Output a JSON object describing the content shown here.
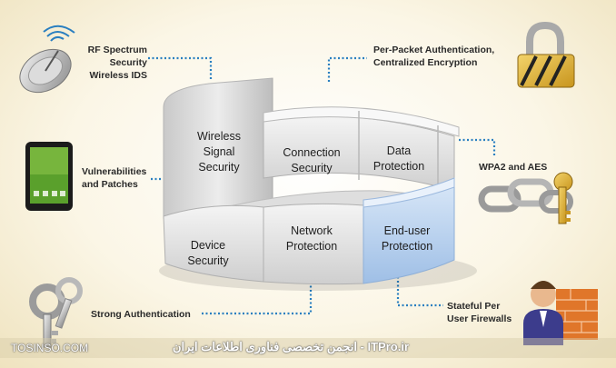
{
  "labels": {
    "rf": "RF Spectrum\nSecurity\nWireless IDS",
    "packet": "Per-Packet Authentication,\nCentralized Encryption",
    "vuln": "Vulnerabilities\nand Patches",
    "wpa": "WPA2 and AES",
    "auth": "Strong Authentication",
    "firewall": "Stateful Per\nUser Firewalls"
  },
  "segments": {
    "wireless": "Wireless\nSignal\nSecurity",
    "connection": "Connection\nSecurity",
    "data": "Data\nProtection",
    "device": "Device\nSecurity",
    "network": "Network\nProtection",
    "enduser": "End-user\nProtection"
  },
  "footer": {
    "brand_left": "TOSINSO.COM",
    "brand_right": "ITPro.ir - انجمن تخصصی فناوری اطلاعات ایران"
  },
  "colors": {
    "connector": "#2a7fc0",
    "segment_face": "#e2e2e2",
    "enduser_face": "#bcd3ee"
  }
}
